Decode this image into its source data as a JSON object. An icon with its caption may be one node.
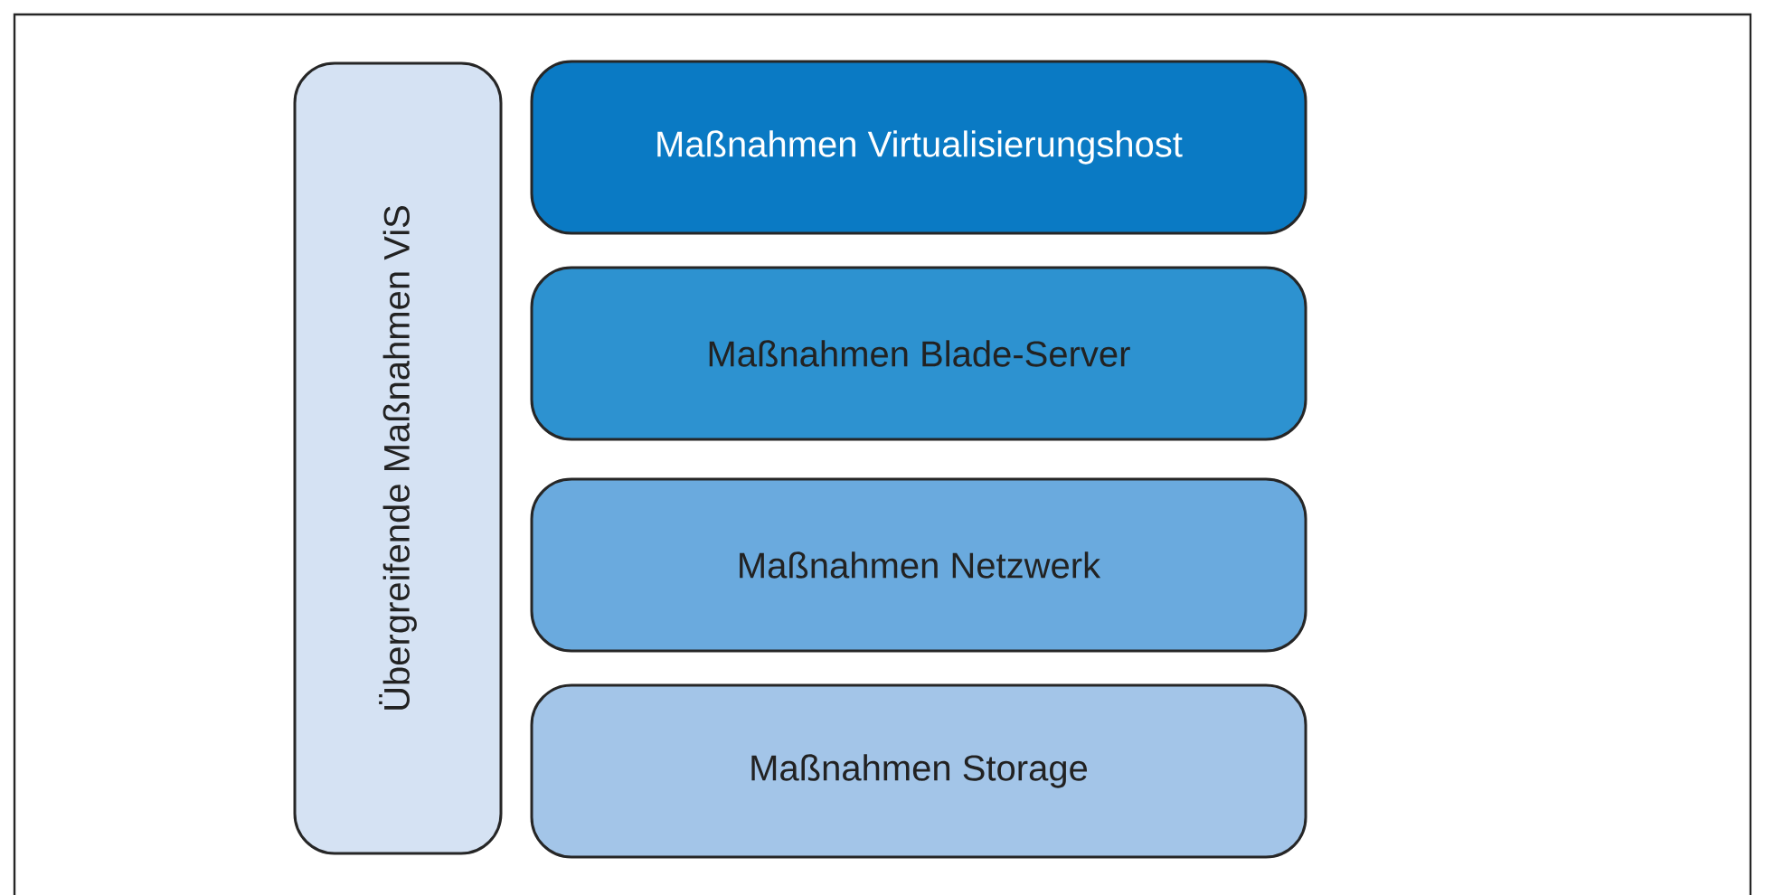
{
  "diagram": {
    "nodes": [
      {
        "text": [
          "Übergreifende Maßnahmen ViS"
        ]
      },
      {
        "text": [
          "Maßnahmen Virtualisierungshost"
        ]
      },
      {
        "text": [
          "Maßnahmen Blade-Server"
        ]
      },
      {
        "text": [
          "Maßnahmen Netzwerk"
        ]
      },
      {
        "text": [
          "Maßnahmen Storage"
        ]
      }
    ]
  }
}
